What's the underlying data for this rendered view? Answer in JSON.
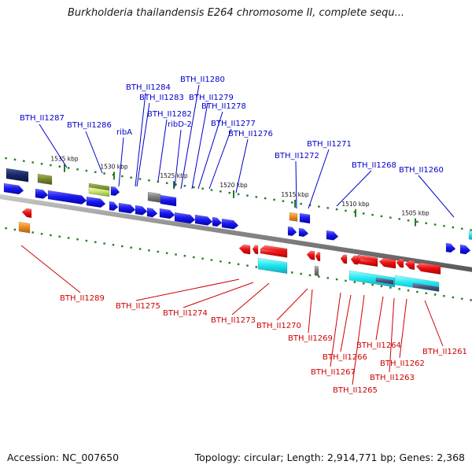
{
  "title": "Burkholderia thailandensis E264 chromosome II, complete sequ...",
  "footer": {
    "accession": "Accession: NC_007650",
    "summary": "Topology: circular; Length: 2,914,771 bp; Genes: 2,368"
  },
  "colors": {
    "forward_label": "#0000cc",
    "reverse_label": "#cc0000",
    "backbone": "#8a8a8a",
    "tick": "#208020"
  },
  "ruler_labels": [
    "1535 kbp",
    "1530 kbp",
    "1525 kbp",
    "1520 kbp",
    "1515 kbp",
    "1510 kbp",
    "1505 kbp"
  ],
  "forward_genes": [
    "BTH_II1287",
    "BTH_II1286",
    "ribA",
    "BTH_II1284",
    "BTH_II1283",
    "BTH_II1282",
    "BTH_II1280",
    "BTH_II1279",
    "ribD-2",
    "BTH_II1278",
    "BTH_II1277",
    "BTH_II1276",
    "BTH_II1272",
    "BTH_II1271",
    "BTH_II1268",
    "BTH_II1260"
  ],
  "reverse_genes": [
    "BTH_II1289",
    "BTH_II1275",
    "BTH_II1274",
    "BTH_II1273",
    "BTH_II1270",
    "BTH_II1269",
    "BTH_II1266",
    "BTH_II1267",
    "BTH_II1265",
    "BTH_II1264",
    "BTH_II1263",
    "BTH_II1262",
    "BTH_II1261"
  ]
}
